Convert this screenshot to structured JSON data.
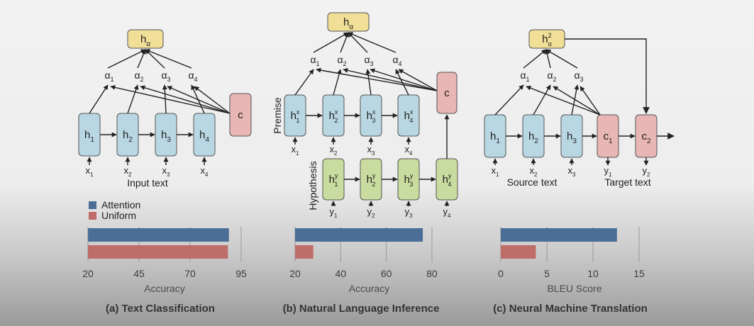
{
  "colors": {
    "blue_box": "#b9d7e3",
    "green_box": "#c9dc9f",
    "pink_box": "#e8b6b4",
    "yellow_box": "#f1df98",
    "attention_bar": "#4b6e96",
    "uniform_bar": "#bf6d69"
  },
  "legend": {
    "attention": "Attention",
    "uniform": "Uniform"
  },
  "panels": {
    "a": {
      "caption": "(a) Text Classification",
      "input_label": "Input text",
      "top": "hα",
      "context": "c",
      "alphas": [
        "α1",
        "α2",
        "α3",
        "α4"
      ],
      "hidden": [
        "h1",
        "h2",
        "h3",
        "h4"
      ],
      "inputs": [
        "x1",
        "x2",
        "x3",
        "x4"
      ]
    },
    "b": {
      "caption": "(b) Natural Language Inference",
      "premise_label": "Premise",
      "hypothesis_label": "Hypothesis",
      "top": "hα",
      "context": "c",
      "alphas": [
        "α1",
        "α2",
        "α3",
        "α4"
      ],
      "premise_hidden": [
        "h1x",
        "h2x",
        "h3x",
        "h4x"
      ],
      "hypothesis_hidden": [
        "h1y",
        "h2y",
        "h3y",
        "h4y"
      ],
      "premise_inputs": [
        "x1",
        "x2",
        "x3",
        "x4"
      ],
      "hypothesis_inputs": [
        "y1",
        "y2",
        "y3",
        "y4"
      ]
    },
    "c": {
      "caption": "(c) Neural Machine Translation",
      "source_label": "Source text",
      "target_label": "Target text",
      "top": "hα2",
      "alphas": [
        "α1",
        "α2",
        "α3"
      ],
      "hidden": [
        "h1",
        "h2",
        "h3"
      ],
      "decoder": [
        "c1",
        "c2"
      ],
      "inputs": [
        "x1",
        "x2",
        "x3"
      ],
      "outputs": [
        "y1",
        "y2"
      ]
    }
  },
  "chart_data": [
    {
      "type": "bar",
      "orientation": "horizontal",
      "xlabel": "Accuracy",
      "xticks": [
        20,
        45,
        70,
        95
      ],
      "xlim": [
        20,
        95
      ],
      "series": [
        {
          "name": "Attention",
          "values": [
            89
          ]
        },
        {
          "name": "Uniform",
          "values": [
            88.5
          ]
        }
      ]
    },
    {
      "type": "bar",
      "orientation": "horizontal",
      "xlabel": "Accuracy",
      "xticks": [
        20,
        40,
        60,
        80
      ],
      "xlim": [
        20,
        85
      ],
      "series": [
        {
          "name": "Attention",
          "values": [
            76
          ]
        },
        {
          "name": "Uniform",
          "values": [
            28
          ]
        }
      ]
    },
    {
      "type": "bar",
      "orientation": "horizontal",
      "xlabel": "BLEU Score",
      "xticks": [
        0,
        5,
        10,
        15
      ],
      "xlim": [
        0,
        16
      ],
      "series": [
        {
          "name": "Attention",
          "values": [
            12.6
          ]
        },
        {
          "name": "Uniform",
          "values": [
            3.8
          ]
        }
      ]
    }
  ]
}
